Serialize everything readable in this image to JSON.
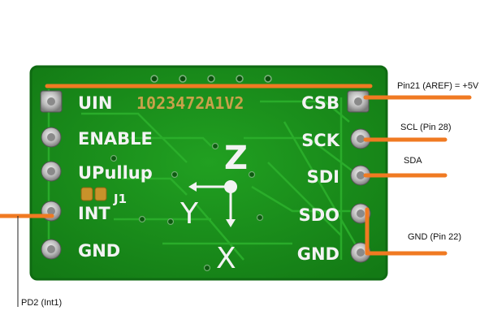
{
  "board": {
    "pins_left": [
      "UIN",
      "ENABLE",
      "UPullup",
      "INT",
      "GND"
    ],
    "pins_right": [
      "CSB",
      "SCK",
      "SDI",
      "SDO",
      "GND"
    ],
    "part_number": "1023472A1V2",
    "jumper_label": "J1",
    "axes": {
      "z": "Z",
      "y": "Y",
      "x": "X"
    }
  },
  "annotations": {
    "csb": "Pin21 (AREF) = +5V",
    "sck": "SCL (Pin 28)",
    "sdi": "SDA",
    "sdo_gnd": "GND (Pin 22)",
    "int": "PD2 (Int1)"
  },
  "colors": {
    "pcb": "#1a8a1a",
    "pcb_edge": "#0f6b12",
    "silkscreen": "#f3f3f3",
    "part_number": "#c8a24a",
    "wire": "#f07a22"
  }
}
